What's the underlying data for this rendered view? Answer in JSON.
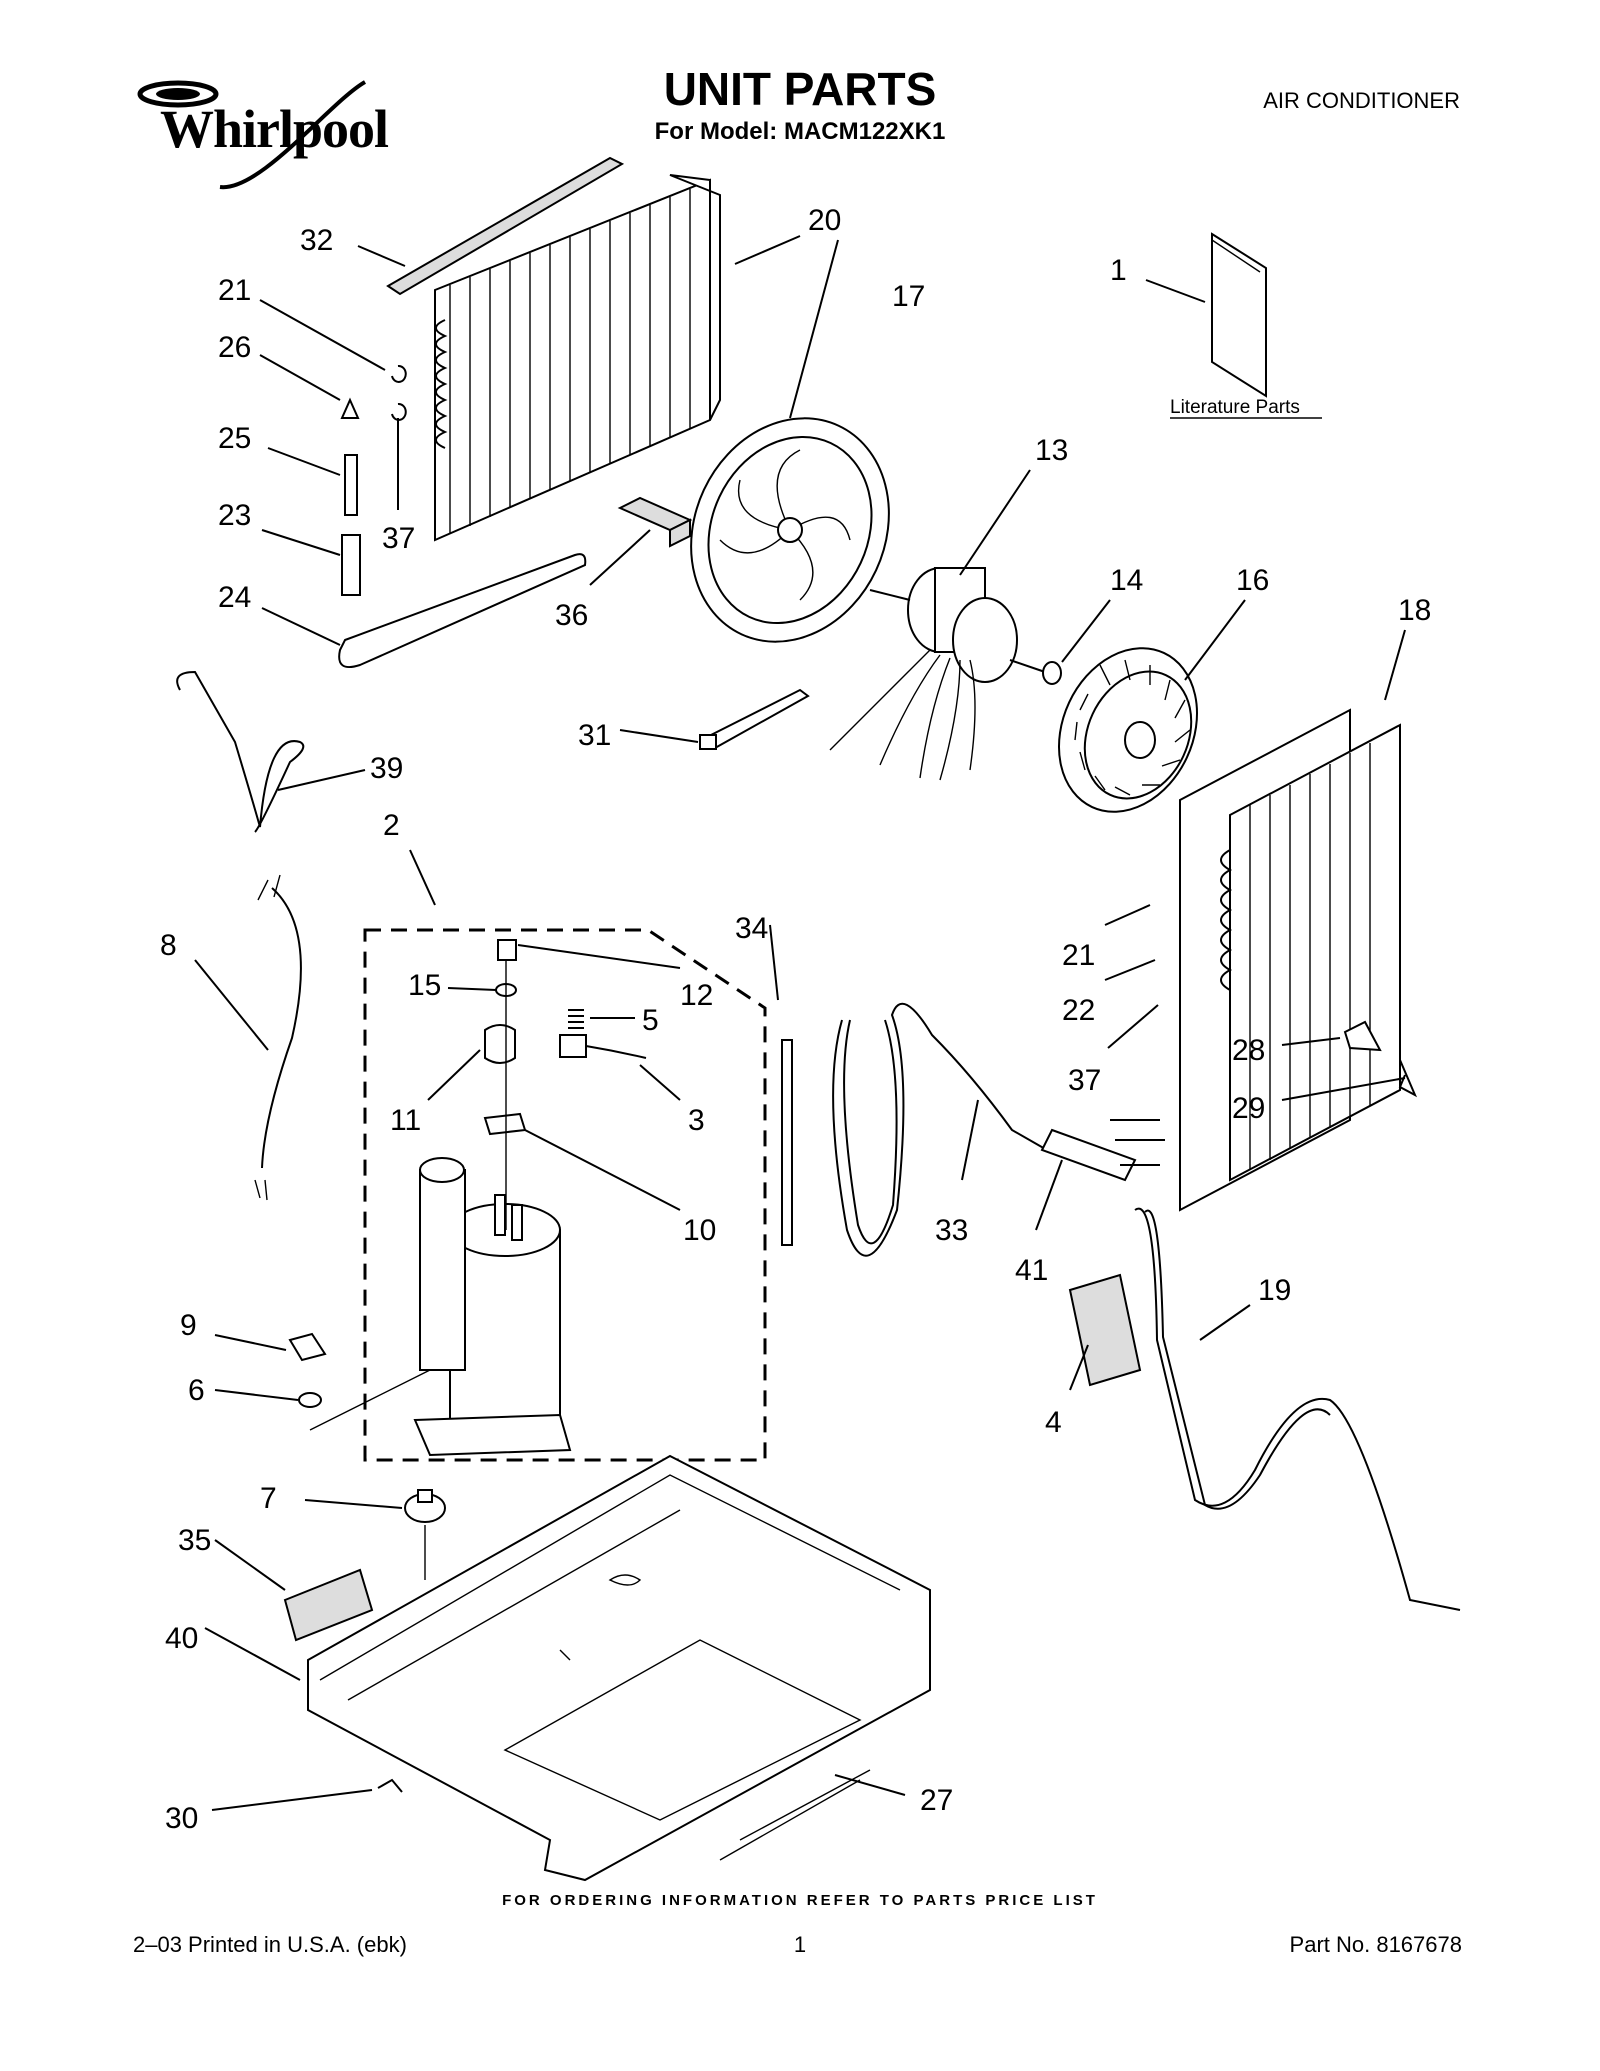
{
  "header": {
    "brand": "Whirlpool",
    "title": "UNIT PARTS",
    "subtitle": "For Model: MACM122XK1",
    "category": "AIR CONDITIONER"
  },
  "literature": "Literature Parts",
  "callouts": [
    "1",
    "2",
    "3",
    "4",
    "5",
    "6",
    "7",
    "8",
    "9",
    "10",
    "11",
    "12",
    "13",
    "14",
    "15",
    "16",
    "17",
    "18",
    "19",
    "20",
    "21",
    "21",
    "22",
    "23",
    "24",
    "25",
    "26",
    "27",
    "28",
    "29",
    "30",
    "31",
    "32",
    "33",
    "34",
    "35",
    "36",
    "37",
    "37",
    "39",
    "40",
    "41"
  ],
  "footer": {
    "ordering_note": "FOR ORDERING INFORMATION REFER TO PARTS PRICE LIST",
    "print_info": "2–03 Printed in U.S.A. (ebk)",
    "page_number": "1",
    "part_number": "Part No. 8167678"
  }
}
